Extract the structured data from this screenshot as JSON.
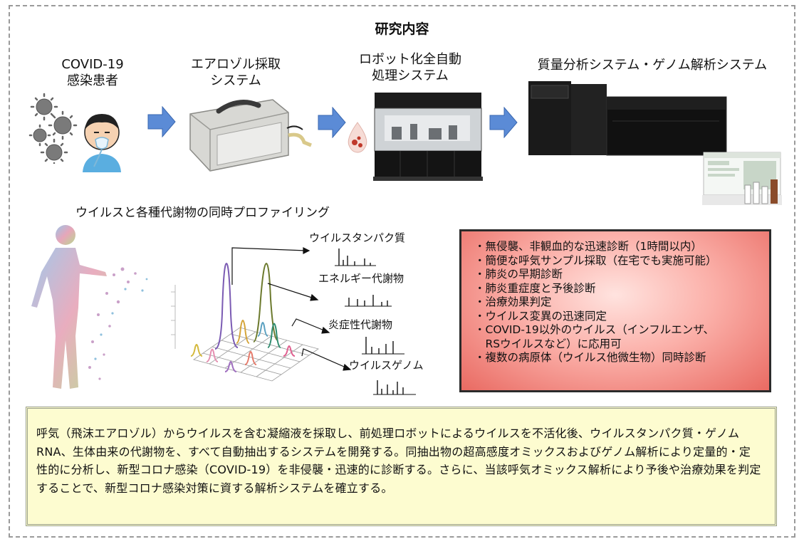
{
  "title": "研究内容",
  "steps": [
    {
      "label_lines": [
        "COVID-19",
        "感染患者"
      ]
    },
    {
      "label_lines": [
        "エアロゾル採取",
        "システム"
      ]
    },
    {
      "label_lines": [
        "ロボット化全自動",
        "処理システム"
      ]
    },
    {
      "label_lines": [
        "質量分析システム・ゲノム解析システム"
      ]
    }
  ],
  "profiling_label": "ウイルスと各種代謝物の同時プロファイリング",
  "chart_labels": [
    "ウイルスタンパク質",
    "エネルギー代謝物",
    "炎症性代謝物",
    "ウイルスゲノム"
  ],
  "features": [
    "・無侵襲、非観血的な迅速診断（1時間以内）",
    "・簡便な呼気サンプル採取（在宅でも実施可能）",
    "・肺炎の早期診断",
    "・肺炎重症度と予後診断",
    "・治療効果判定",
    "・ウイルス変異の迅速同定",
    "・COVID-19以外のウイルス（インフルエンザ、",
    "　RSウイルスなど）に応用可",
    "・複数の病原体（ウイルス他微生物）同時診断"
  ],
  "summary": "呼気（飛沫エアロゾル）からウイルスを含む凝縮液を採取し、前処理ロボットによるウイルスを不活化後、ウイルスタンパク質・ゲノムRNA、生体由来の代謝物を、すべて自動抽出するシステムを開発する。同抽出物の超高感度オミックスおよびゲノム解析により定量的・定性的に分析し、新型コロナ感染（COVID-19）を非侵襲・迅速的に診断する。さらに、当該呼気オミックス解析により予後や治療効果を判定することで、新型コロナ感染対策に資する解析システムを確立する。",
  "colors": {
    "arrow": "#5b8bd6",
    "feature_box_edge": "#e96a62",
    "summary_bg": "#fdfcd0"
  },
  "icons": [
    "virus-icon",
    "patient-icon",
    "aerosol-collector-icon",
    "sample-droplet-icon",
    "robot-system-icon",
    "mass-spectrometer-icon",
    "software-package-icon",
    "human-body-icon"
  ]
}
